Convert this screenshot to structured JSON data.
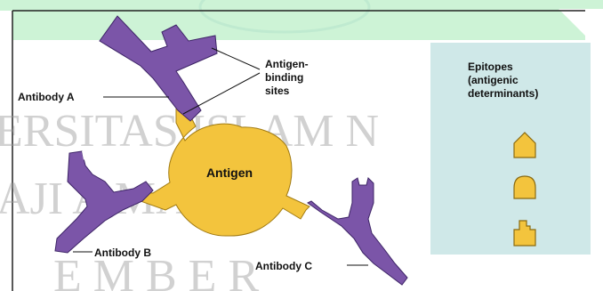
{
  "labels": {
    "antibody_a": "Antibody A",
    "antibody_b": "Antibody B",
    "antibody_c": "Antibody C",
    "antigen": "Antigen",
    "binding_sites": [
      "Antigen-",
      "binding",
      "sites"
    ]
  },
  "epitopes_panel": {
    "title_lines": [
      "Epitopes",
      "(antigenic",
      "determinants)"
    ],
    "shapes": [
      "house-epitope-icon",
      "dome-epitope-icon",
      "notched-epitope-icon"
    ]
  },
  "watermark": {
    "lines": [
      "ERSITAS ISLAM N",
      "AJI   A   MAD",
      "E   M   B   E   R"
    ]
  },
  "colors": {
    "antibody": "#7b55a8",
    "antibody_stroke": "#3d2466",
    "antigen": "#f3c43d",
    "antigen_stroke": "#a07a12",
    "panel": "#cfe8e8",
    "band": "#cdf3d6"
  }
}
